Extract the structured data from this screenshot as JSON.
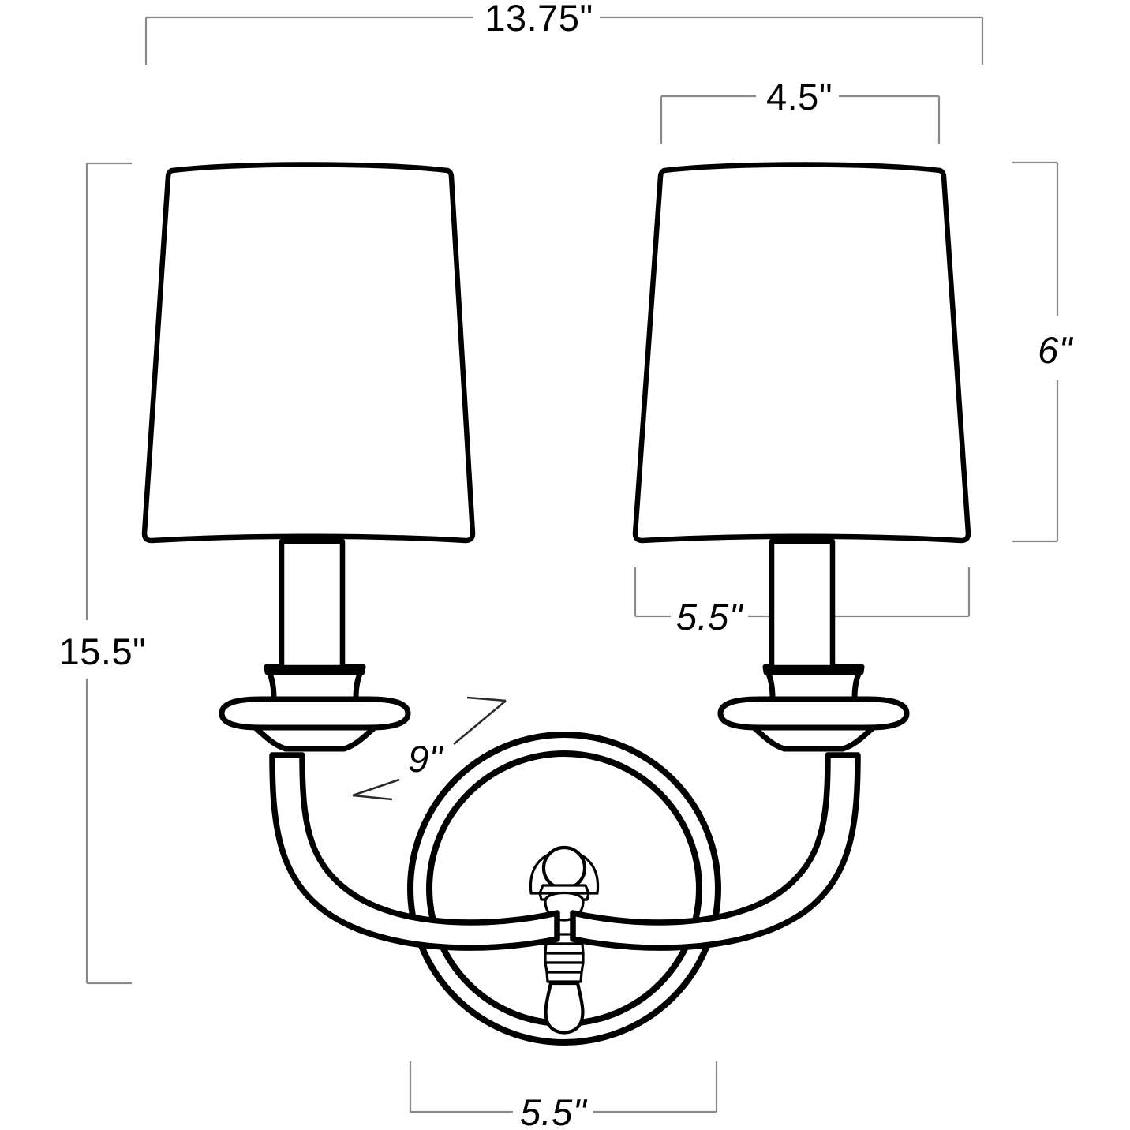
{
  "drawing": {
    "subject": "two-light wall sconce dimension drawing",
    "background_color": "#ffffff",
    "line_color": "#000000",
    "dimension_line_color": "#8a8a8a"
  },
  "dimensions": {
    "overall_width": {
      "label": "13.75\"",
      "name": "overall-width",
      "position": "top",
      "orientation": "horizontal"
    },
    "shade_top_diameter": {
      "label": "4.5\"",
      "name": "shade-top-diameter",
      "position": "top-right",
      "orientation": "horizontal"
    },
    "overall_height": {
      "label": "15.5\"",
      "name": "overall-height",
      "position": "left",
      "orientation": "vertical"
    },
    "shade_height": {
      "label": "6\"",
      "name": "shade-height",
      "position": "right",
      "orientation": "vertical"
    },
    "shade_bottom_diameter": {
      "label": "5.5\"",
      "name": "shade-bottom-diameter",
      "position": "middle-right",
      "orientation": "horizontal"
    },
    "extension": {
      "label": "9\"",
      "name": "extension-depth",
      "position": "center-left",
      "orientation": "diagonal"
    },
    "backplate_width": {
      "label": "5.5\"",
      "name": "backplate-width",
      "position": "bottom",
      "orientation": "horizontal"
    }
  },
  "parts": {
    "left_shade": "left-lamp-shade",
    "right_shade": "right-lamp-shade",
    "left_stem": "left-candle-stem",
    "right_stem": "right-candle-stem",
    "left_bobeche": "left-bobeche",
    "right_bobeche": "right-bobeche",
    "left_arm": "left-curved-arm",
    "right_arm": "right-curved-arm",
    "backplate": "round-backplate",
    "finial": "center-finial-drop"
  }
}
